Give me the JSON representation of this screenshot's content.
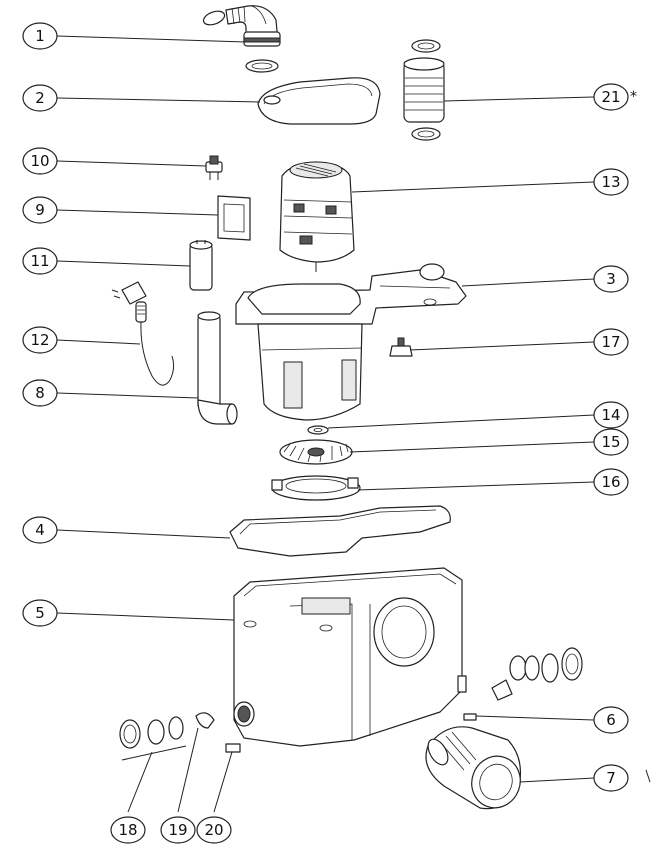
{
  "labels": {
    "n1": "1",
    "n2": "2",
    "n3": "3",
    "n4": "4",
    "n5": "5",
    "n6": "6",
    "n7": "7",
    "n8": "8",
    "n9": "9",
    "n10": "10",
    "n11": "11",
    "n12": "12",
    "n13": "13",
    "n14": "14",
    "n15": "15",
    "n16": "16",
    "n17": "17",
    "n18": "18",
    "n19": "19",
    "n20": "20",
    "n21": "21"
  },
  "marker": "*"
}
